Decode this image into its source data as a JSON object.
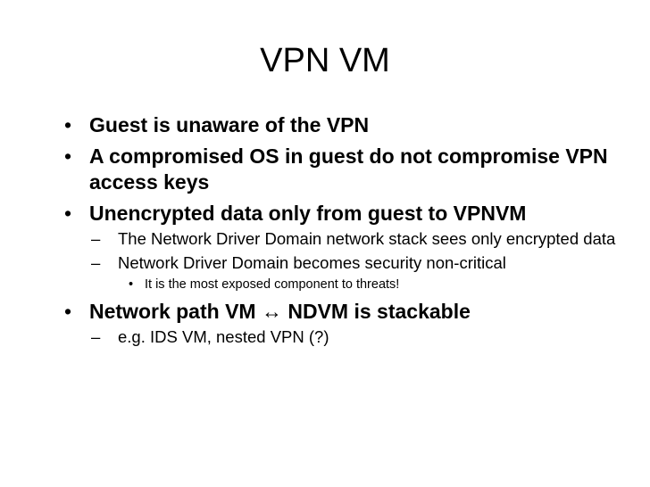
{
  "slide": {
    "title": "VPN VM",
    "bullets": [
      {
        "text": "Guest  is unaware of the VPN"
      },
      {
        "text": "A compromised OS in guest do not compromise VPN access keys"
      },
      {
        "text": "Unencrypted data only from guest to VPNVM",
        "sub": [
          {
            "text": "The Network Driver Domain network stack sees only encrypted data"
          },
          {
            "text": "Network Driver Domain becomes security non-critical",
            "sub": [
              {
                "text": "It is the most exposed component to threats!"
              }
            ]
          }
        ]
      },
      {
        "text": "Network path  VM ↔ NDVM is stackable",
        "sub": [
          {
            "text": "e.g. IDS VM, nested VPN (?)"
          }
        ]
      }
    ]
  }
}
